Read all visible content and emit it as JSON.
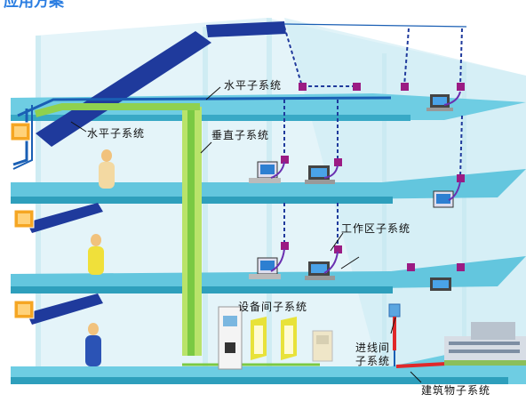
{
  "title": "应用方案",
  "labels": {
    "horizontal_1": "水平子系统",
    "horizontal_2": "水平子系统",
    "vertical": "垂直子系统",
    "work_area": "工作区子系统",
    "equipment_room": "设备间子系统",
    "entrance_room_line1": "进线间",
    "entrance_room_line2": "子系统",
    "building_complex": "建筑物子系统"
  },
  "colors": {
    "floor_slab": "#5fc7df",
    "floor_edge": "#2e9fbc",
    "wall": "#d8eff6",
    "duct": "#1f3a9c",
    "cable_green": "#7ac943",
    "cable_blue": "#1a5fb4",
    "dot_purple": "#9b1b83",
    "riser_yellow": "#e8e23a",
    "red_cable": "#e0282a"
  }
}
